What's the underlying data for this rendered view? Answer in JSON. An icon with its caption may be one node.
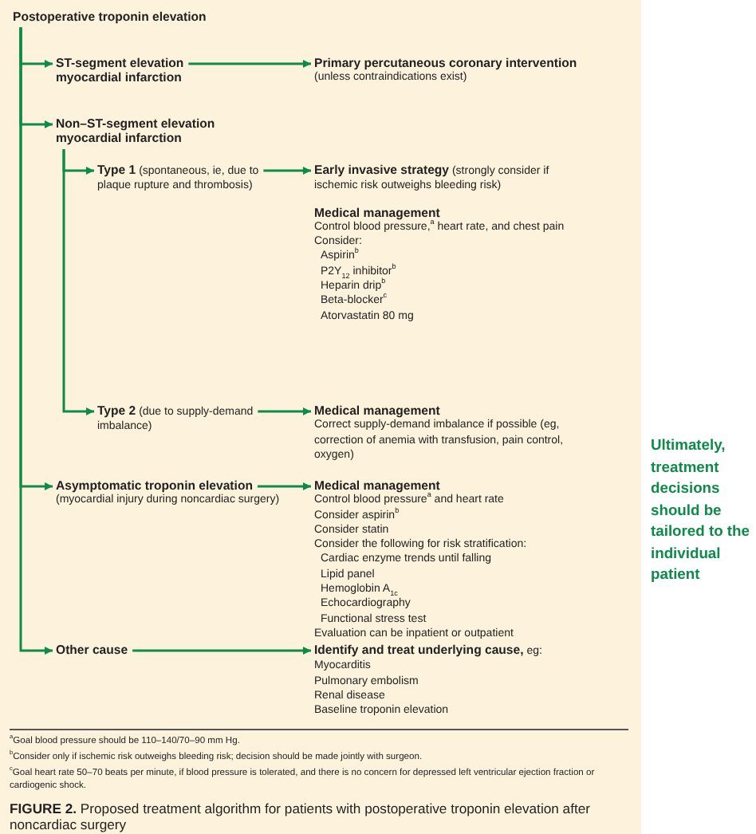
{
  "diagram": {
    "caption": "**FIGURE 2.** Proposed treatment algorithm for patients with postoperative troponin elevation after noncardiac surgery",
    "nodes": [
      {
        "text": [
          "Postoperative troponin elevation"
        ]
      },
      {
        "text": [
          "ST-segment elevation myocardial infarction"
        ]
      },
      {
        "text": [
          "Primary percutaneous coronary intervention",
          "(unless contraindications exist)"
        ]
      },
      {
        "text": [
          "Non–ST-segment elevation myocardial infarction"
        ]
      },
      {
        "text": [
          "**Type 1** (spontaneous, ie, due to plaque rupture and thrombosis)"
        ]
      },
      {
        "text": [
          "**Early invasive strategy** (strongly consider if ischemic risk outweighs bleeding risk)",
          "Medical management",
          "Control blood pressure,$^{a}$ heart rate, and chest pain",
          "Consider:",
          "Aspirin$^{b}$",
          "P2Y$_{12}$ inhibitor$^{b}$",
          "Heparin drip$^{b}$",
          "Beta-blocker$^{c}$",
          "Atorvastatin 80 mg"
        ]
      },
      {
        "text": [
          "**Type 2** (due to supply-demand imbalance)"
        ]
      },
      {
        "text": [
          "Medical management",
          "Correct supply-demand imbalance if possible (eg, correction of anemia with transfusion, pain control, oxygen)"
        ]
      },
      {
        "text": [
          "Asymptomatic troponin elevation",
          "(myocardial injury during noncardiac surgery)"
        ]
      },
      {
        "text": [
          "Medical management",
          "Control blood pressure$^{a}$ and heart rate",
          "Consider aspirin$^{b}$",
          "Consider statin",
          "Consider the following for risk stratification:",
          "Cardiac enzyme trends until falling",
          "Lipid panel",
          "Hemoglobin A$_{1c}$",
          "Echocardiography",
          "Functional stress test",
          "Evaluation can be inpatient or outpatient"
        ]
      },
      {
        "text": [
          "Other cause"
        ]
      },
      {
        "text": [
          "**Identify and treat underlying cause,** eg:",
          "Myocarditis",
          "Pulmonary embolism",
          "Renal disease",
          "Baseline troponin elevation"
        ]
      }
    ],
    "edges": [
      {
        "from": 0,
        "to": 1,
        "arrow": "to"
      },
      {
        "from": 1,
        "to": 2,
        "arrow": "to"
      },
      {
        "from": 0,
        "to": 3,
        "arrow": "to"
      },
      {
        "from": 3,
        "to": 4,
        "arrow": "to"
      },
      {
        "from": 4,
        "to": 5,
        "arrow": "to"
      },
      {
        "from": 3,
        "to": 6,
        "arrow": "to"
      },
      {
        "from": 6,
        "to": 7,
        "arrow": "to"
      },
      {
        "from": 0,
        "to": 8,
        "arrow": "to"
      },
      {
        "from": 8,
        "to": 9,
        "arrow": "to"
      },
      {
        "from": 0,
        "to": 10,
        "arrow": "to"
      },
      {
        "from": 10,
        "to": 11,
        "arrow": "to"
      }
    ],
    "labels": [
      "Ultimately, treatment decisions should be tailored to the individual patient",
      "$^{a}$Goal blood pressure should be 110–140/70–90 mm Hg.",
      "$^{b}$Consider only if ischemic risk outweighs bleeding risk; decision should be made jointly with surgeon.",
      "$^{c}$Goal heart rate 50–70 beats per minute, if blood pressure is tolerated, and there is no concern for depressed left ventricular ejection fraction or cardiogenic shock."
    ]
  }
}
